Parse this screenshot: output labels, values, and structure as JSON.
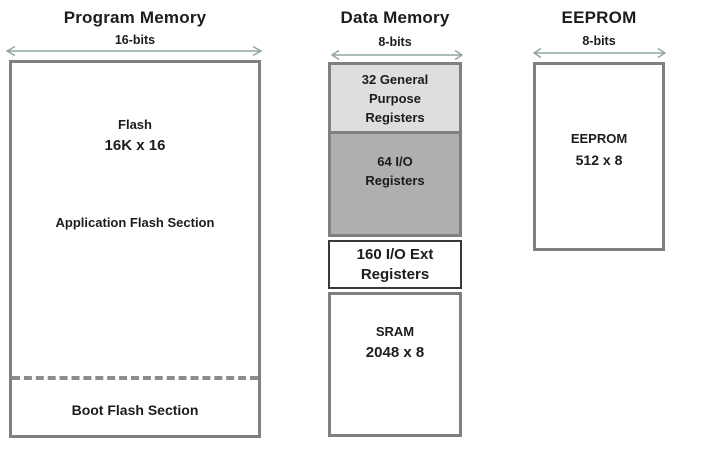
{
  "colors": {
    "background": "#ffffff",
    "box_border": "#808080",
    "ext_box_border": "#383838",
    "arrow": "#8fa5a5",
    "dashed_divider": "#8c8c8c",
    "light_gray_fill": "#dedede",
    "medium_gray_fill": "#b0aeae",
    "white_fill": "#ffffff",
    "text": "#1c1c1c"
  },
  "program_memory": {
    "title": "Program Memory",
    "width_label": "16-bits",
    "flash_title": "Flash",
    "flash_size": "16K x 16",
    "application_section_label": "Application Flash Section",
    "boot_section_label": "Boot Flash Section"
  },
  "data_memory": {
    "title": "Data Memory",
    "width_label": "8-bits",
    "general_purpose_registers": "32 General\nPurpose\nRegisters",
    "io_registers": "64 I/O\nRegisters",
    "ext_io_registers": "160 I/O Ext\nRegisters",
    "sram_title": "SRAM",
    "sram_size": "2048 x 8"
  },
  "eeprom": {
    "title": "EEPROM",
    "width_label": "8-bits",
    "block_title": "EEPROM",
    "block_size": "512 x 8"
  }
}
